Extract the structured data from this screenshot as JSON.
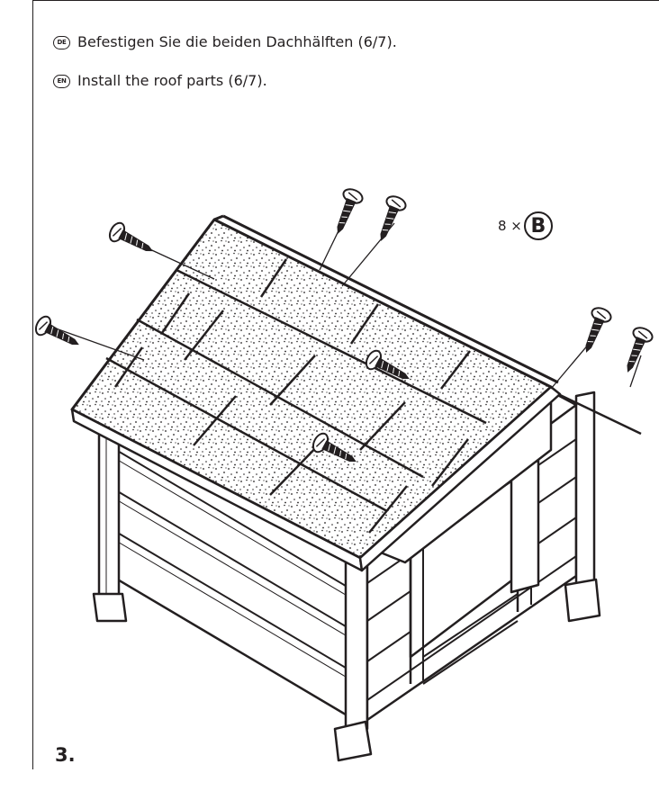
{
  "instructions": {
    "de": {
      "badge": "DE",
      "text": "Befestigen Sie die beiden Dachhälften (6/7)."
    },
    "en": {
      "badge": "EN",
      "text": "Install the roof parts (6/7)."
    }
  },
  "quantity": {
    "count": "8 ×",
    "part": "B"
  },
  "step_number": "3."
}
